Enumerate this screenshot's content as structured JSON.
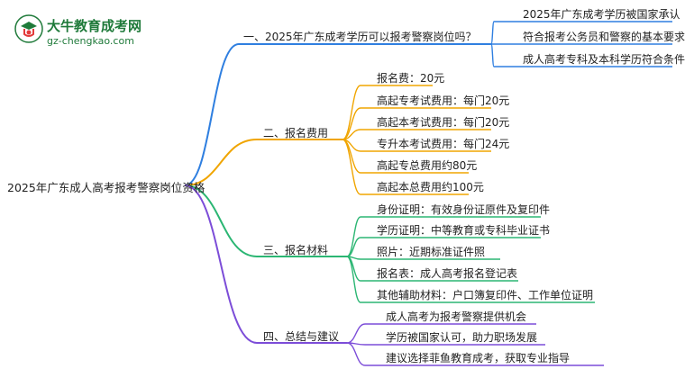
{
  "logo": {
    "title": "大牛教育成考网",
    "url": "gz-chengkao.com",
    "badge_icon": "student-figure-icon"
  },
  "root": "2025年广东成人高考报考警察岗位资格",
  "branches": [
    {
      "label": "一、2025年广东成考学历可以报考警察岗位吗？",
      "color": "#2f7fe0",
      "children": [
        "2025年广东成考学历被国家承认",
        "符合报考公务员和警察的基本要求",
        "成人高考专科及本科学历符合条件"
      ]
    },
    {
      "label": "二、报名费用",
      "color": "#f0a500",
      "children": [
        "报名费：20元",
        "高起专考试费用：每门20元",
        "高起本考试费用：每门20元",
        "专升本考试费用：每门24元",
        "高起专总费用约80元",
        "高起本总费用约100元"
      ]
    },
    {
      "label": "三、报名材料",
      "color": "#2bb673",
      "children": [
        "身份证明：有效身份证原件及复印件",
        "学历证明：中等教育或专科毕业证书",
        "照片：近期标准证件照",
        "报名表：成人高考报名登记表",
        "其他辅助材料：户口簿复印件、工作单位证明"
      ]
    },
    {
      "label": "四、总结与建议",
      "color": "#7c4dd8",
      "children": [
        "成人高考为报考警察提供机会",
        "学历被国家认可，助力职场发展",
        "建议选择菲鱼教育成考，获取专业指导"
      ]
    }
  ]
}
